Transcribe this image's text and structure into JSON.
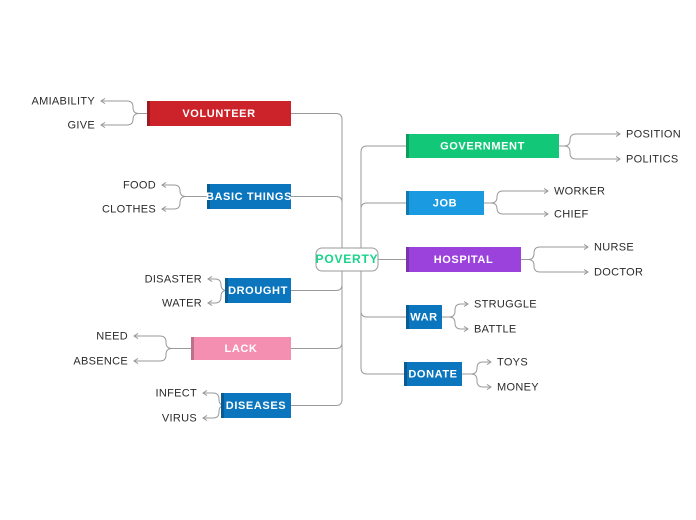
{
  "diagram": {
    "title": "POVERTY",
    "type": "mind-map",
    "root": {
      "label": "POVERTY",
      "text_color": "#19d48a",
      "box_color": "#ffffff"
    },
    "colors": {
      "red": "#cc2229",
      "blue_dark": "#0b76bd",
      "blue_bright": "#1a9ae0",
      "green": "#12c878",
      "purple": "#9b42dc",
      "pink": "#f48fb1",
      "line": "#9a9a9a",
      "text": "#2b2b2b"
    },
    "left_branches": [
      {
        "label": "VOLUNTEER",
        "color": "#cc2229",
        "leaves": [
          "AMIABILITY",
          "GIVE"
        ]
      },
      {
        "label": "BASIC THINGS",
        "color": "#0b76bd",
        "leaves": [
          "FOOD",
          "CLOTHES"
        ]
      },
      {
        "label": "DROUGHT",
        "color": "#0b76bd",
        "leaves": [
          "DISASTER",
          "WATER"
        ]
      },
      {
        "label": "LACK",
        "color": "#f48fb1",
        "leaves": [
          "NEED",
          "ABSENCE"
        ]
      },
      {
        "label": "DISEASES",
        "color": "#0b76bd",
        "leaves": [
          "INFECT",
          "VIRUS"
        ]
      }
    ],
    "right_branches": [
      {
        "label": "GOVERNMENT",
        "color": "#12c878",
        "leaves": [
          "POSITION",
          "POLITICS"
        ]
      },
      {
        "label": "JOB",
        "color": "#1a9ae0",
        "leaves": [
          "WORKER",
          "CHIEF"
        ]
      },
      {
        "label": "HOSPITAL",
        "color": "#9b42dc",
        "leaves": [
          "NURSE",
          "DOCTOR"
        ]
      },
      {
        "label": "WAR",
        "color": "#0b76bd",
        "leaves": [
          "STRUGGLE",
          "BATTLE"
        ]
      },
      {
        "label": "DONATE",
        "color": "#0b76bd",
        "leaves": [
          "TOYS",
          "MONEY"
        ]
      }
    ]
  }
}
